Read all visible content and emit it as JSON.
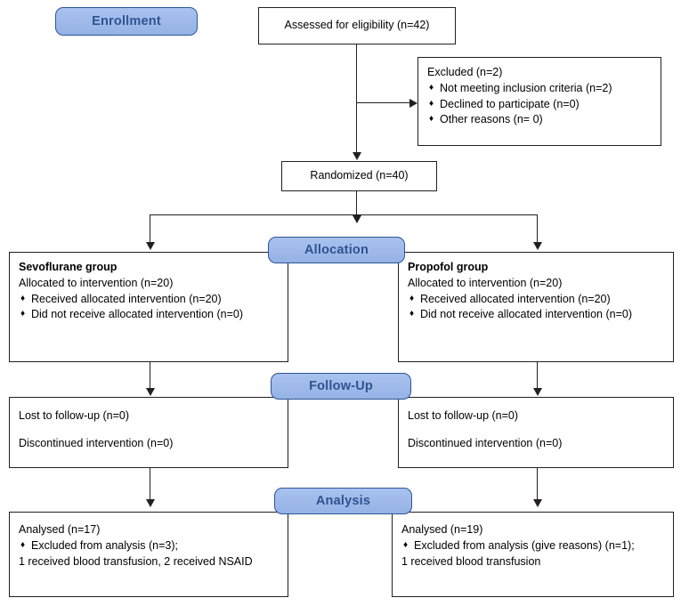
{
  "diagram": {
    "title": "CONSORT participant flow diagram",
    "bullet_glyph": "♦",
    "colors": {
      "stage_fill": "#9db9ea",
      "stage_border": "#2f5496",
      "stage_text": "#31538f",
      "box_border": "#231f20",
      "line": "#231f20",
      "background": "#ffffff"
    }
  },
  "stages": {
    "enrollment": "Enrollment",
    "allocation": "Allocation",
    "followup": "Follow-Up",
    "analysis": "Analysis"
  },
  "enrollment": {
    "assessed": "Assessed for eligibility (n=42)",
    "excluded": {
      "heading": "Excluded  (n=2)",
      "reasons": [
        "Not meeting inclusion criteria (n=2)",
        "Declined to participate (n=0)",
        "Other reasons (n= 0)"
      ]
    },
    "randomized": "Randomized (n=40)"
  },
  "allocation": {
    "left": {
      "group": "Sevoflurane group",
      "allocated": "Allocated to intervention (n=20)",
      "bullets": [
        "Received allocated intervention (n=20)",
        "Did not receive allocated intervention (n=0)"
      ]
    },
    "right": {
      "group": "Propofol group",
      "allocated": "Allocated to intervention (n=20)",
      "bullets": [
        "Received allocated intervention (n=20)",
        "Did not receive allocated intervention (n=0)"
      ]
    }
  },
  "followup": {
    "left": {
      "lost": "Lost to follow-up (n=0)",
      "discontinued": "Discontinued intervention (n=0)"
    },
    "right": {
      "lost": "Lost to follow-up (n=0)",
      "discontinued": "Discontinued intervention (n=0)"
    }
  },
  "analysis": {
    "left": {
      "analysed": "Analysed (n=17)",
      "bullets": [
        "Excluded from analysis (n=3);"
      ],
      "detail": "1 received blood transfusion, 2 received NSAID"
    },
    "right": {
      "analysed": "Analysed (n=19)",
      "bullets": [
        "Excluded from analysis (give reasons) (n=1);"
      ],
      "detail": "1 received blood transfusion"
    }
  }
}
